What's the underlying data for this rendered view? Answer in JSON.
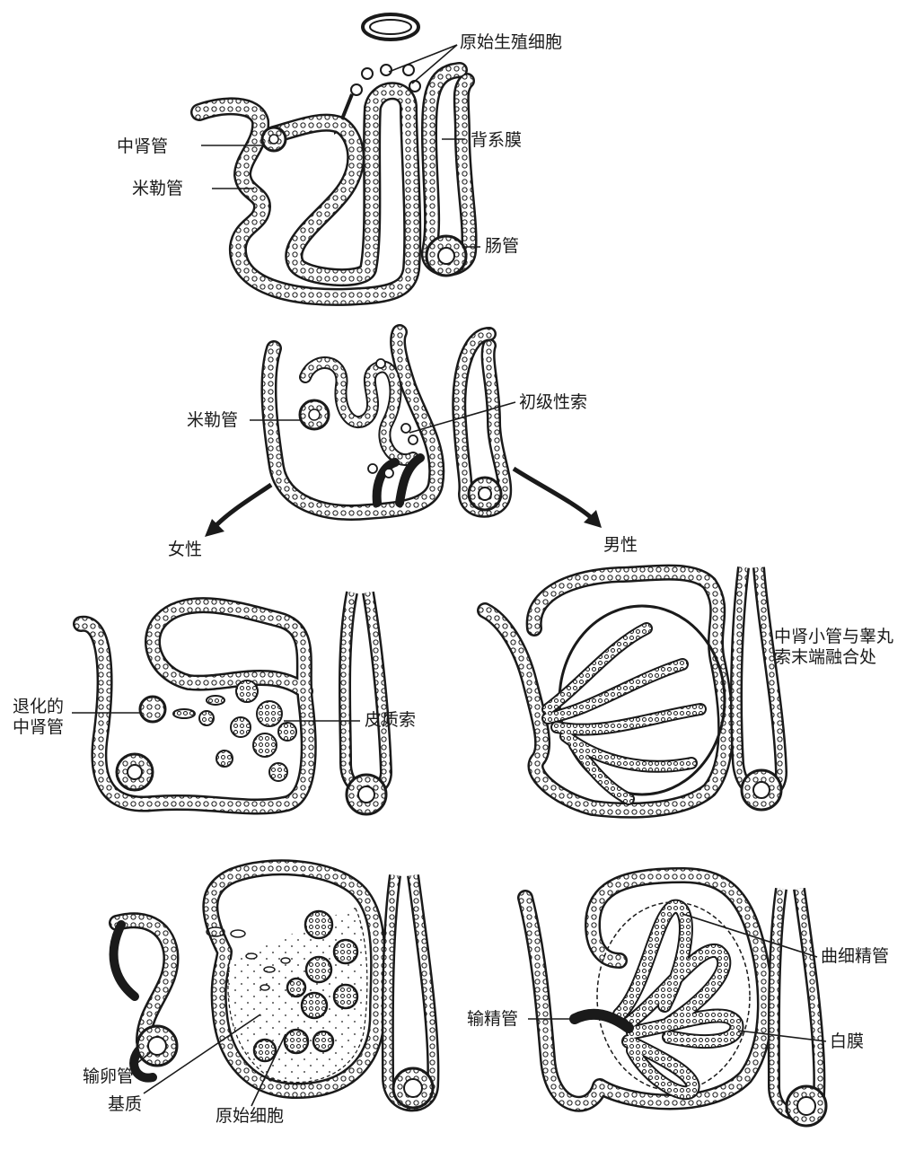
{
  "labels": {
    "primordial_germ_cells": "原始生殖细胞",
    "mesonephric_duct_1": "中肾管",
    "mullerian_duct_1": "米勒管",
    "mesentery": "背系膜",
    "gut_tube": "肠管",
    "mullerian_duct_2": "米勒管",
    "primary_sex_cords": "初级性索",
    "female": "女性",
    "male": "男性",
    "degenerated_mesonephric_duct": "退化的\n中肾管",
    "cortical_cords": "皮质索",
    "rete_junction": "中肾小管与睾丸\n索末端融合处",
    "oviduct": "输卵管",
    "stroma": "基质",
    "primordial_cells": "原始细胞",
    "seminiferous_tubules": "曲细精管",
    "vas_deferens": "输精管",
    "tunica_albuginea": "白膜"
  },
  "colors": {
    "ink": "#1a1a1a",
    "cell_fill": "#f4f4f4",
    "background": "#ffffff"
  }
}
